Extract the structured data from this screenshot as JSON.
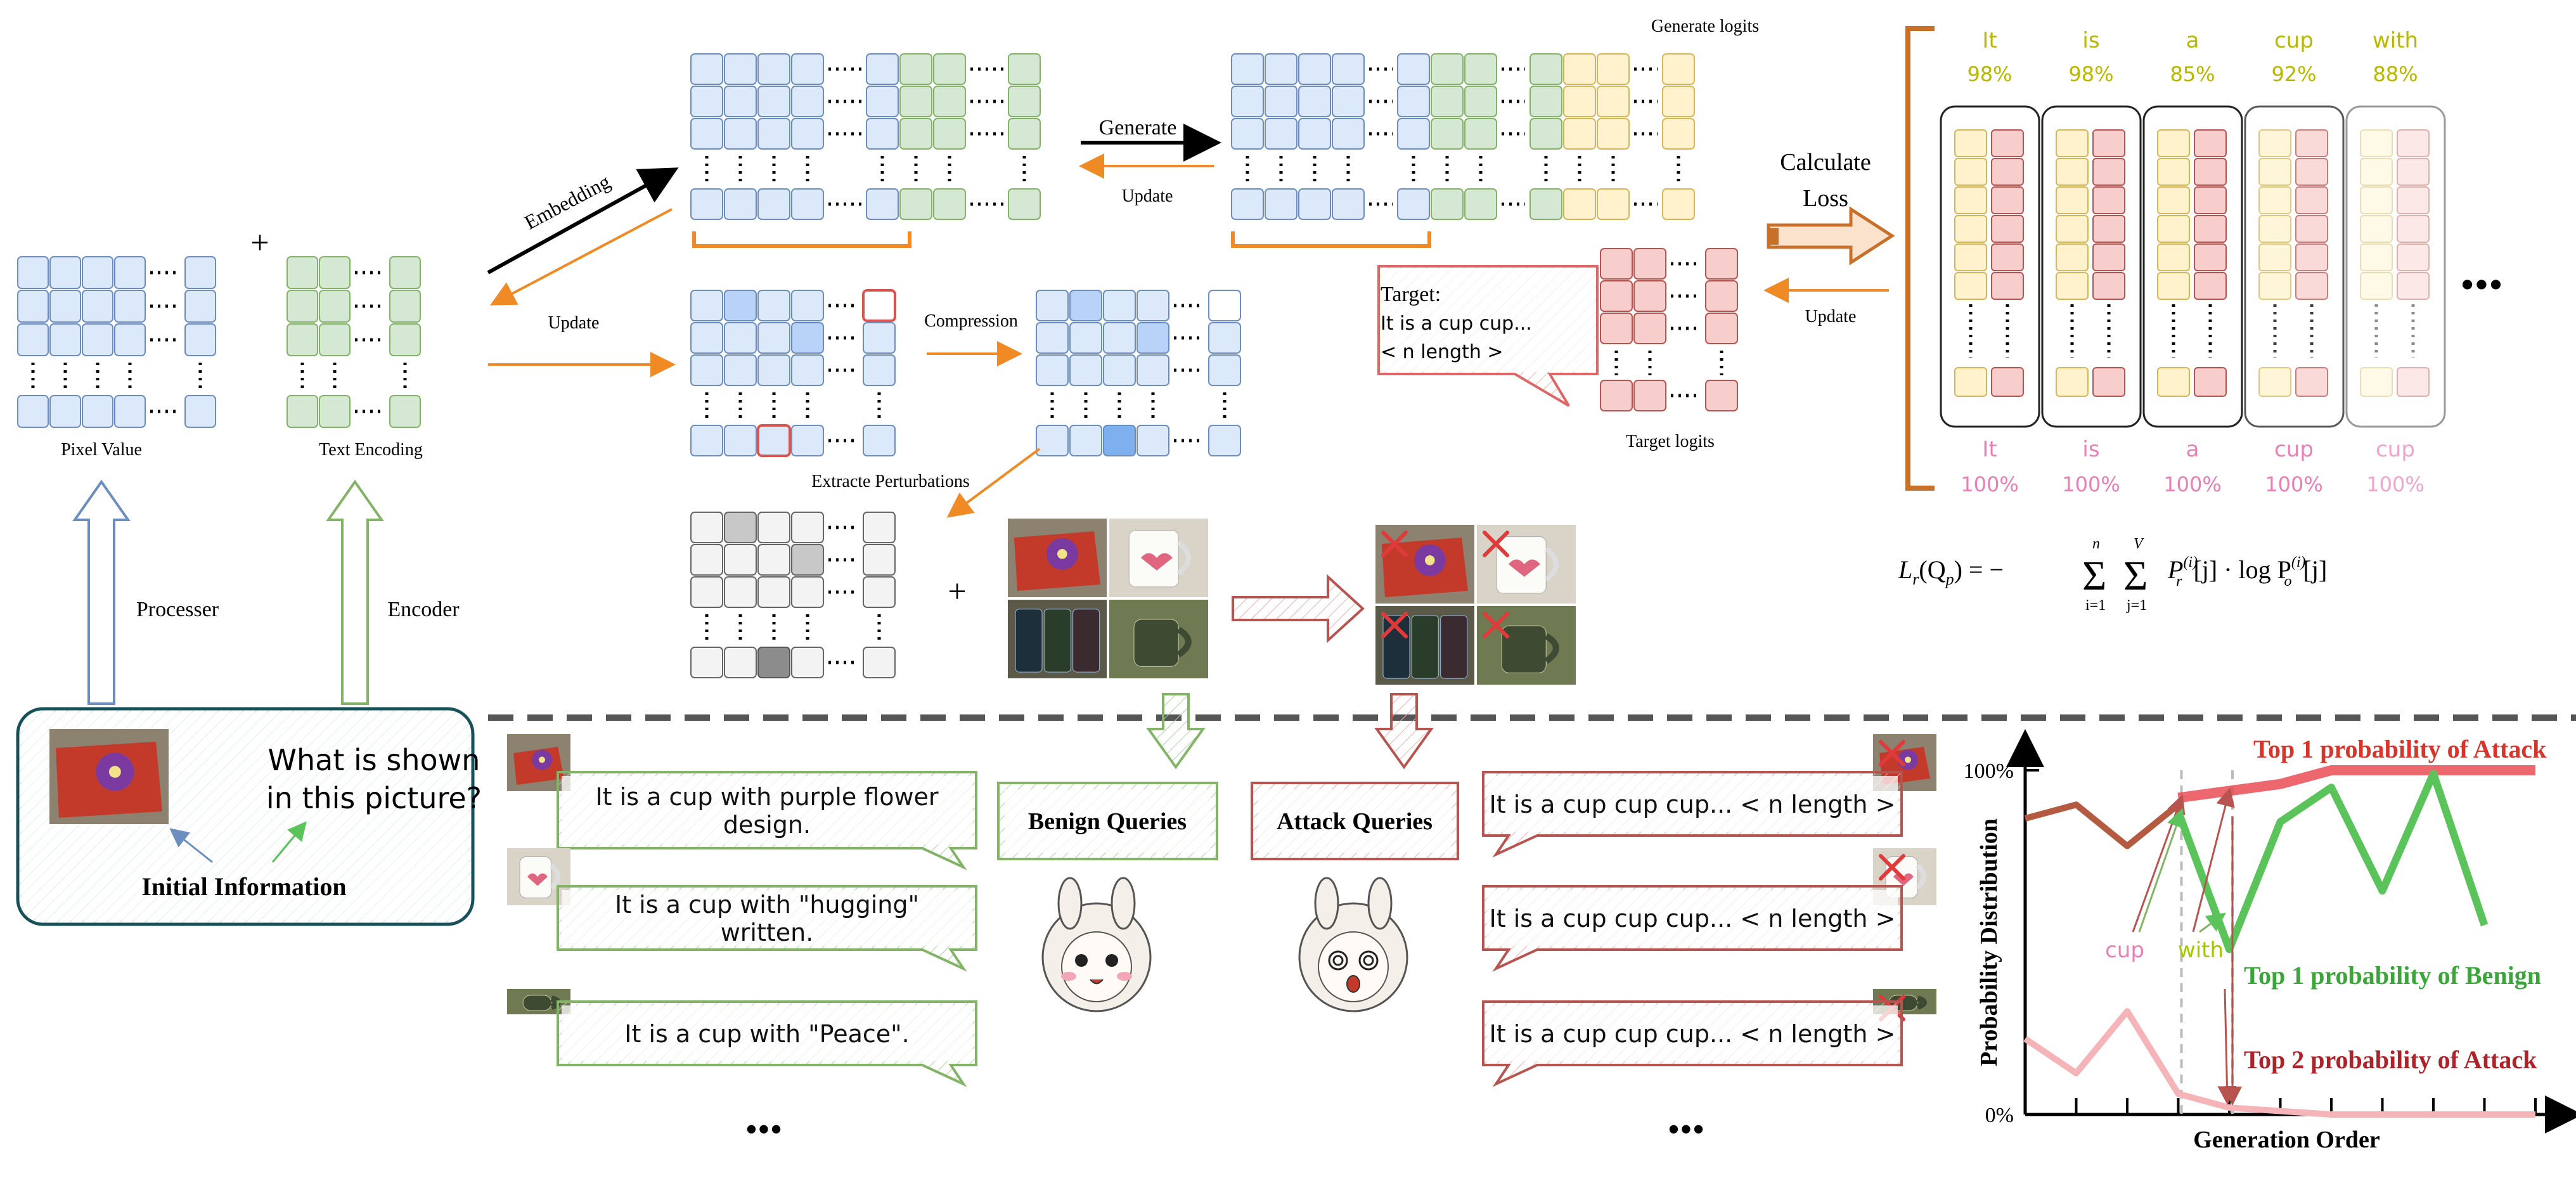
{
  "labels": {
    "pixel_value": "Pixel Value",
    "text_encoding": "Text Encoding",
    "processer": "Processer",
    "encoder": "Encoder",
    "embedding": "Embedding",
    "update": "Update",
    "generate": "Generate",
    "generate_logits": "Generate logits",
    "calculate": "Calculate",
    "loss": "Loss",
    "compression": "Compression",
    "extract_perturbations": "Extracte Perturbations",
    "target_logits": "Target logits",
    "initial_information": "Initial Information",
    "question_line1": "What is shown",
    "question_line2": "in this picture?",
    "benign_queries": "Benign Queries",
    "attack_queries": "Attack Queries",
    "plus": "+",
    "ellipsis": "...",
    "more": "•••"
  },
  "target_box": {
    "line1": "Target:",
    "line2": "It is a cup cup...",
    "line3": "< n length >"
  },
  "generated_tokens": [
    {
      "token": "It",
      "prob": "98%"
    },
    {
      "token": "is",
      "prob": "98%"
    },
    {
      "token": "a",
      "prob": "85%"
    },
    {
      "token": "cup",
      "prob": "92%"
    },
    {
      "token": "with",
      "prob": "88%"
    }
  ],
  "target_tokens": [
    {
      "token": "It",
      "prob": "100%"
    },
    {
      "token": "is",
      "prob": "100%"
    },
    {
      "token": "a",
      "prob": "100%"
    },
    {
      "token": "cup",
      "prob": "100%"
    },
    {
      "token": "cup",
      "prob": "100%"
    }
  ],
  "benign_responses": [
    "It is a cup with purple flower design.",
    "It is a cup with \"hugging\" written.",
    "It is a cup with \"Peace\"."
  ],
  "attack_responses": [
    "It is a cup cup cup... < n length >",
    "It is a cup cup cup... < n length >",
    "It is a cup cup cup... < n length >"
  ],
  "chart_data": {
    "type": "line",
    "xlabel": "Generation Order",
    "ylabel": "Probability Distribution",
    "ytick_labels": [
      "100%",
      "0%"
    ],
    "ylim": [
      0,
      100
    ],
    "x": [
      1,
      2,
      3,
      4,
      5,
      6,
      7,
      8,
      9,
      10,
      11
    ],
    "series": [
      {
        "name": "Top 1 probability of Attack",
        "color": "#e94e55",
        "values": [
          null,
          null,
          null,
          92,
          94,
          96,
          100,
          100,
          100,
          100,
          100
        ]
      },
      {
        "name": "Top 1 probability of Benign",
        "color": "#5ac35a",
        "values": [
          null,
          null,
          null,
          88,
          48,
          85,
          95,
          65,
          99,
          55,
          null
        ]
      },
      {
        "name": "Top 2 probability of Attack",
        "color": "#f5b5b8",
        "values": [
          22,
          12,
          30,
          6,
          2,
          1,
          0,
          0,
          0,
          0,
          0
        ]
      },
      {
        "name": "",
        "color": "#b35a40",
        "values": [
          86,
          90,
          78,
          90,
          null,
          null,
          null,
          null,
          null,
          null,
          null
        ]
      }
    ],
    "annotations": [
      {
        "text": "cup",
        "color": "#e97fb5"
      },
      {
        "text": "with",
        "color": "#a6c400"
      }
    ]
  },
  "formula": {
    "lhs": "L",
    "sub": "r",
    "arg": "(Q",
    "argsub": "p",
    "body": ") = −",
    "sum1_top": "n",
    "sum1_bot": "i=1",
    "sum2_top": "V",
    "sum2_bot": "j=1",
    "p_r": "P",
    "p_r_sub": "r",
    "sup": "(i)",
    "idx": "[j] · log P",
    "p_o_sub": "o",
    "idx2": "[j]"
  },
  "colors": {
    "blue_fill": "#dbe9fb",
    "blue_stroke": "#6c8ebf",
    "green_fill": "#d5e8d4",
    "green_stroke": "#82b366",
    "yellow_fill": "#fff2cc",
    "yellow_stroke": "#d6b656",
    "red_fill": "#f8cecc",
    "red_stroke": "#b85450",
    "orange": "#f08a24",
    "bracket": "#c8702a"
  }
}
